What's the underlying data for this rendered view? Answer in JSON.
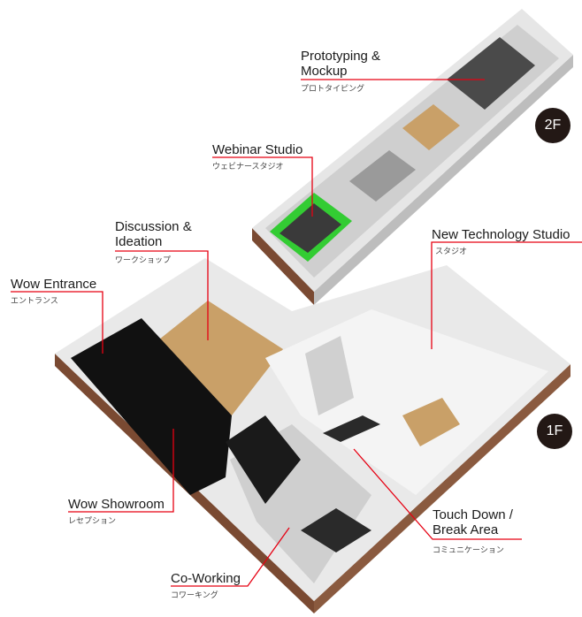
{
  "floors": {
    "upper": "2F",
    "lower": "1F"
  },
  "areas": [
    {
      "id": "prototyping",
      "title": "Prototyping &\nMockup",
      "subtitle": "プロトタイピング"
    },
    {
      "id": "webinar",
      "title": "Webinar Studio",
      "subtitle": "ウェビナースタジオ"
    },
    {
      "id": "discussion",
      "title": "Discussion &\nIdeation",
      "subtitle": "ワークショップ"
    },
    {
      "id": "entrance",
      "title": "Wow Entrance",
      "subtitle": "エントランス"
    },
    {
      "id": "newtech",
      "title": "New Technology Studio",
      "subtitle": "スタジオ"
    },
    {
      "id": "showroom",
      "title": "Wow Showroom",
      "subtitle": "レセプション"
    },
    {
      "id": "touchdown",
      "title": "Touch Down /\nBreak Area",
      "subtitle": "コミュニケーション"
    },
    {
      "id": "coworking",
      "title": "Co-Working",
      "subtitle": "コワーキング"
    }
  ],
  "colors": {
    "leader": "#e60012",
    "brick": "#7a4a32",
    "wood": "#c9a068",
    "green": "#33cc33",
    "badge": "#231815"
  }
}
